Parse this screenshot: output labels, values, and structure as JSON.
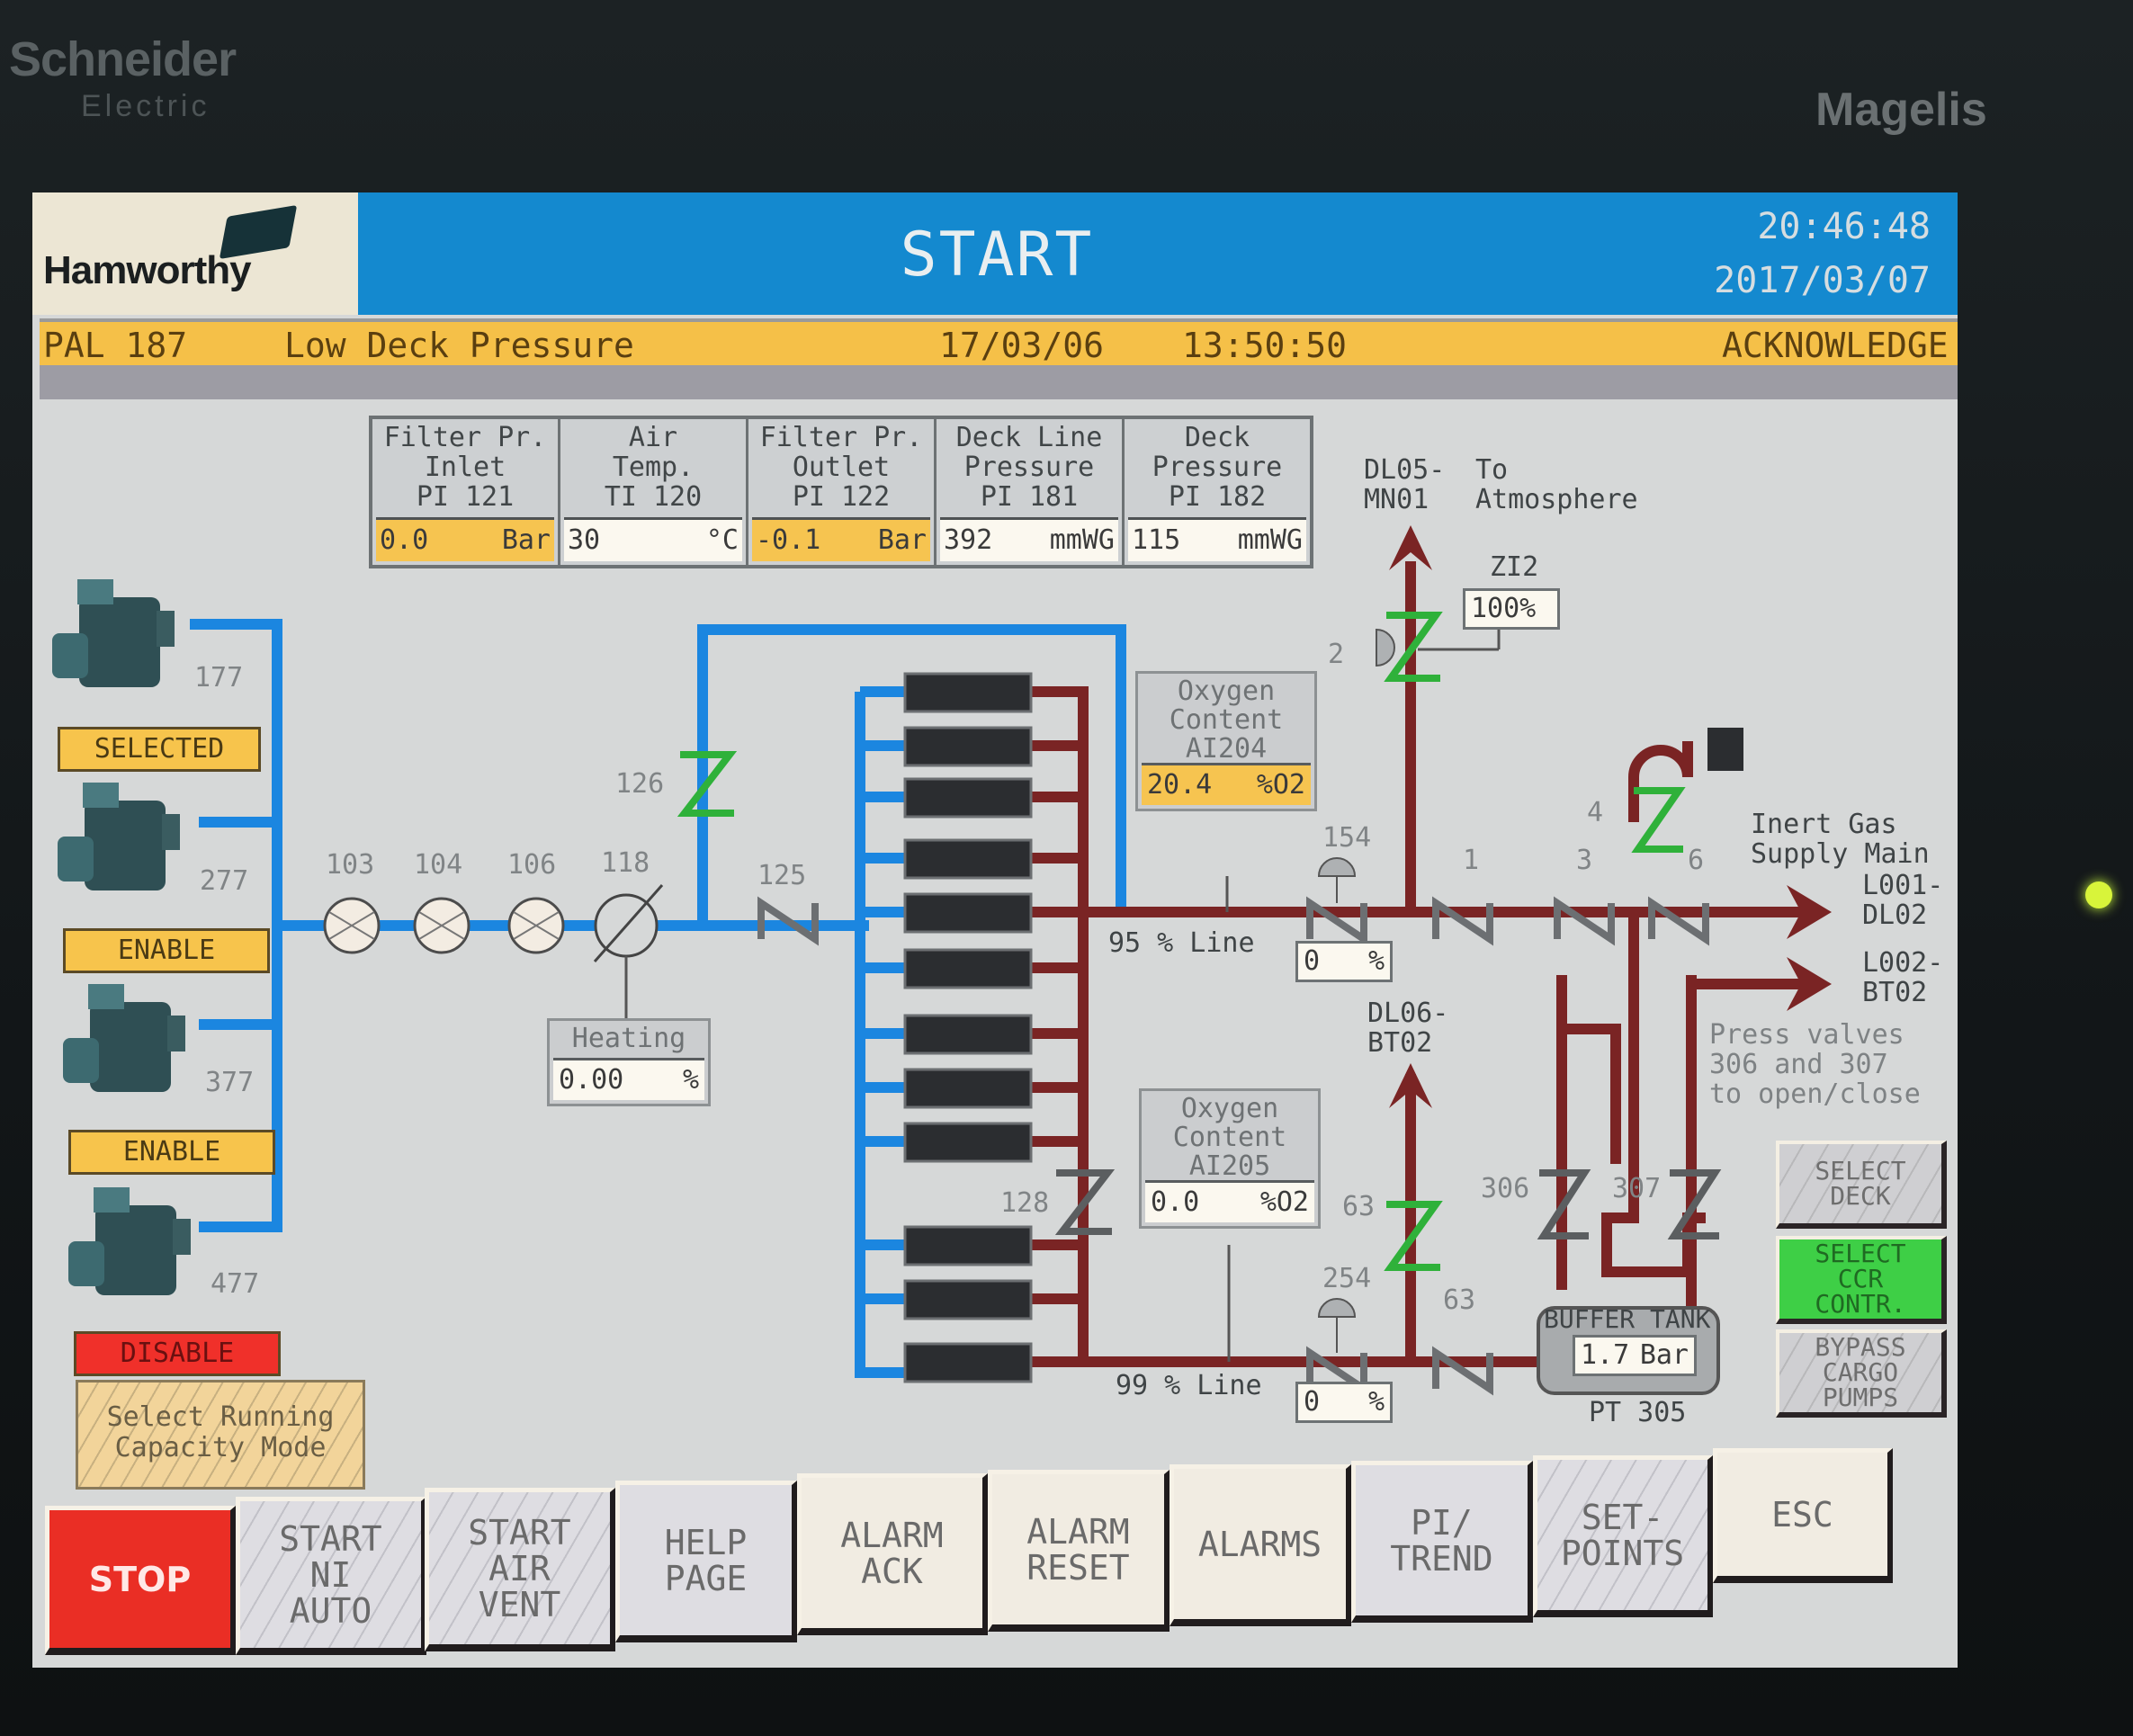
{
  "bezel": {
    "brand_left": "Schneider",
    "brand_left_sub": "Electric",
    "brand_right": "Magelis"
  },
  "header": {
    "logo": "Hamworthy",
    "title": "START",
    "time": "20:46:48",
    "date": "2017/03/07"
  },
  "alarm_banner": {
    "tag": "PAL 187",
    "message": "Low Deck Pressure",
    "date": "17/03/06",
    "time": "13:50:50",
    "state": "ACKNOWLEDGE"
  },
  "sensors": [
    {
      "label": "Filter Pr.\nInlet\nPI 121",
      "value": "0.0",
      "unit": "Bar",
      "alarm": true
    },
    {
      "label": "Air\nTemp.\nTI 120",
      "value": "30",
      "unit": "°C",
      "alarm": false
    },
    {
      "label": "Filter Pr.\nOutlet\nPI 122",
      "value": "-0.1",
      "unit": "Bar",
      "alarm": true
    },
    {
      "label": "Deck Line\nPressure\nPI 181",
      "value": "392",
      "unit": "mmWG",
      "alarm": false
    },
    {
      "label": "Deck\nPressure\nPI 182",
      "value": "115",
      "unit": "mmWG",
      "alarm": false
    }
  ],
  "compressors": [
    {
      "id": "177",
      "status": "SELECTED",
      "color": "#f7c44c"
    },
    {
      "id": "277",
      "status": "ENABLE",
      "color": "#f7c44c"
    },
    {
      "id": "377",
      "status": "ENABLE",
      "color": "#f7c44c"
    },
    {
      "id": "477",
      "status": "DISABLE",
      "color": "#f0302a"
    }
  ],
  "mode_button": "Select Running\nCapacity Mode",
  "filters": [
    "103",
    "104",
    "106"
  ],
  "heater": {
    "id": "118",
    "label": "Heating",
    "value": "0.00",
    "unit": "%"
  },
  "valves": {
    "v126": "126",
    "v125": "125",
    "v128": "128",
    "v154": "154",
    "v254": "254",
    "v1": "1",
    "v2": "2",
    "v3": "3",
    "v4": "4",
    "v6": "6",
    "v63a": "63",
    "v63b": "63",
    "v306": "306",
    "v307": "307"
  },
  "valve_positions": {
    "v154": {
      "value": "0",
      "unit": "%"
    },
    "v254": {
      "value": "0",
      "unit": "%"
    },
    "zi2": {
      "label": "ZI2",
      "value": "100%"
    }
  },
  "oxygen": [
    {
      "label": "Oxygen\nContent\nAI204",
      "value": "20.4",
      "unit": "%O2",
      "alarm": true
    },
    {
      "label": "Oxygen\nContent\nAI205",
      "value": "0.0",
      "unit": "%O2",
      "alarm": false
    }
  ],
  "lines": {
    "line95": "95 % Line",
    "line99": "99 % Line"
  },
  "outlets": {
    "atmos_tag": "DL05-\nMN01",
    "atmos_label": "To\nAtmosphere",
    "dl06": "DL06-\nBT02",
    "main_label": "Inert Gas\nSupply Main",
    "l001": "L001-\nDL02",
    "l002": "L002-\nBT02",
    "note": "Press valves\n306 and 307\nto open/close"
  },
  "buffer_tank": {
    "label": "BUFFER TANK",
    "value": "1.7",
    "unit": "Bar",
    "tag": "PT 305"
  },
  "side_buttons": [
    {
      "label": "SELECT\nDECK",
      "active": false
    },
    {
      "label": "SELECT\nCCR\nCONTR.",
      "active": true
    },
    {
      "label": "BYPASS\nCARGO\nPUMPS",
      "active": false
    }
  ],
  "bottom_buttons": [
    {
      "label": "STOP"
    },
    {
      "label": "START\nNI\nAUTO"
    },
    {
      "label": "START\nAIR\nVENT"
    },
    {
      "label": "HELP\nPAGE"
    },
    {
      "label": "ALARM\nACK"
    },
    {
      "label": "ALARM\nRESET"
    },
    {
      "label": "ALARMS"
    },
    {
      "label": "PI/\nTREND"
    },
    {
      "label": "SET-\nPOINTS"
    },
    {
      "label": "ESC"
    }
  ],
  "colors": {
    "title_bar": "#1489cf",
    "alarm_yellow": "#f6c450",
    "air_pipe": "#1b86e0",
    "gas_pipe": "#7a2424",
    "valve_open": "#3ec24a",
    "stop_red": "#ea2e25",
    "active_green": "#3ecf46"
  }
}
